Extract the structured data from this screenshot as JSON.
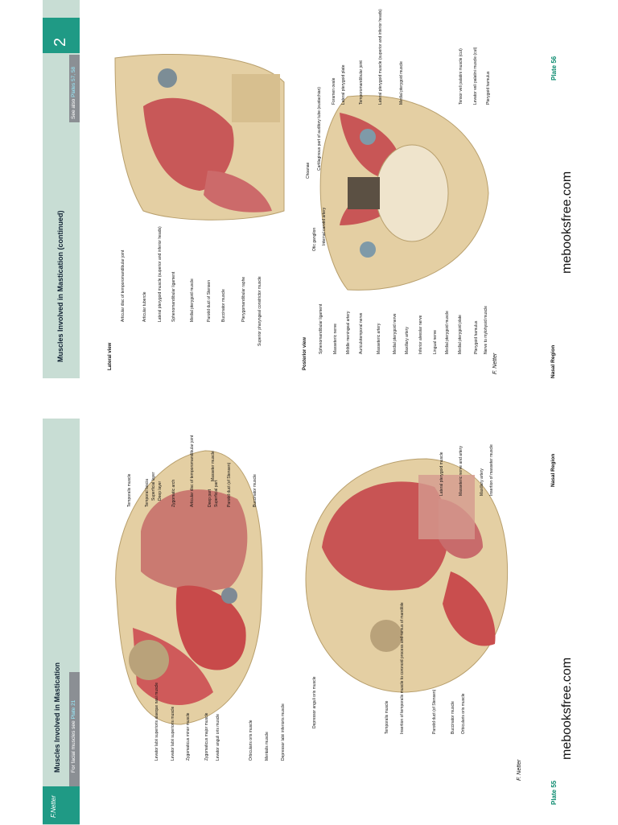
{
  "left_page": {
    "title": "Muscles Involved in Mastication",
    "see_also_prefix": "For facial muscles see",
    "see_also_link": "Plate 21",
    "plate_label": "Plate 55",
    "region_label": "Nasal Region",
    "watermark": "mebooksfree.com",
    "signature": "F. Netter",
    "upper_labels_left": [
      "Levator labii superioris alaeque nasi muscle",
      "Levator labii superioris muscle",
      "Zygomaticus minor muscle",
      "Zygomaticus major muscle",
      "Levator anguli oris muscle",
      "Orbicularis oris muscle",
      "Mentalis muscle",
      "Depressor labii inferioris muscle"
    ],
    "upper_labels_right": [
      "Temporalis muscle",
      "Temporal fascia",
      "Superficial layer",
      "Deep layer",
      "Zygomatic arch",
      "Articular disc of temporomandibular joint",
      "Deep part",
      "Superficial part",
      "Masseter muscle",
      "Parotid duct (of Stensen)",
      "Buccinator muscle",
      "Depressor anguli oris muscle"
    ],
    "lower_labels_left": [
      "Temporalis muscle",
      "Insertion of temporalis muscle to coronoid process and ramus of mandible",
      "Parotid duct (of Stensen)",
      "Buccinator muscle",
      "Orbicularis oris muscle"
    ],
    "lower_labels_right": [
      "Lateral pterygoid muscle",
      "Masseteric nerve and artery",
      "Maxillary artery",
      "Insertion of masseter muscle"
    ]
  },
  "right_page": {
    "title": "Muscles Involved in Mastication (continued)",
    "see_also_prefix": "See also",
    "see_also_link": "Plates 57, 58",
    "tab_number": "2",
    "plate_label": "Plate 56",
    "region_label": "Nasal Region",
    "watermark": "mebooksfree.com",
    "signature": "F. Netter",
    "lateral_view": "Lateral view",
    "posterior_view": "Posterior view",
    "lateral_labels": [
      "Articular disc of temporomandibular joint",
      "Articular tubercle",
      "Lateral pterygoid muscle (superior and inferior heads)",
      "Sphenomandibular ligament",
      "Medial pterygoid muscle",
      "Parotid duct of Stensen",
      "Buccinator muscle",
      "Pterygomandibular raphe",
      "Superior pharyngeal constrictor muscle"
    ],
    "posterior_labels_left": [
      "Otic ganglion",
      "Internal carotid artery",
      "Sphenomandibular ligament",
      "Masseteric nerve",
      "Middle meningeal artery",
      "Auriculotemporal nerve",
      "Masseteric artery",
      "Medial pterygoid nerve",
      "Maxillary artery",
      "Inferior alveolar nerve",
      "Lingual nerve",
      "Medial pterygoid muscle",
      "Medial pterygoid plate",
      "Pterygoid hamulus",
      "Nerve to mylohyoid muscle"
    ],
    "posterior_labels_right": [
      "Choanae",
      "Cartilaginous part of auditory tube (eustachian)",
      "Foramen ovale",
      "Lateral pterygoid plate",
      "Temporomandibular joint",
      "Lateral pterygoid muscle (superior and inferior heads)",
      "Medial pterygoid muscle",
      "Tensor veli palatini muscle (cut)",
      "Levator veli palatini muscle (cut)",
      "Pterygoid hamulus"
    ]
  }
}
